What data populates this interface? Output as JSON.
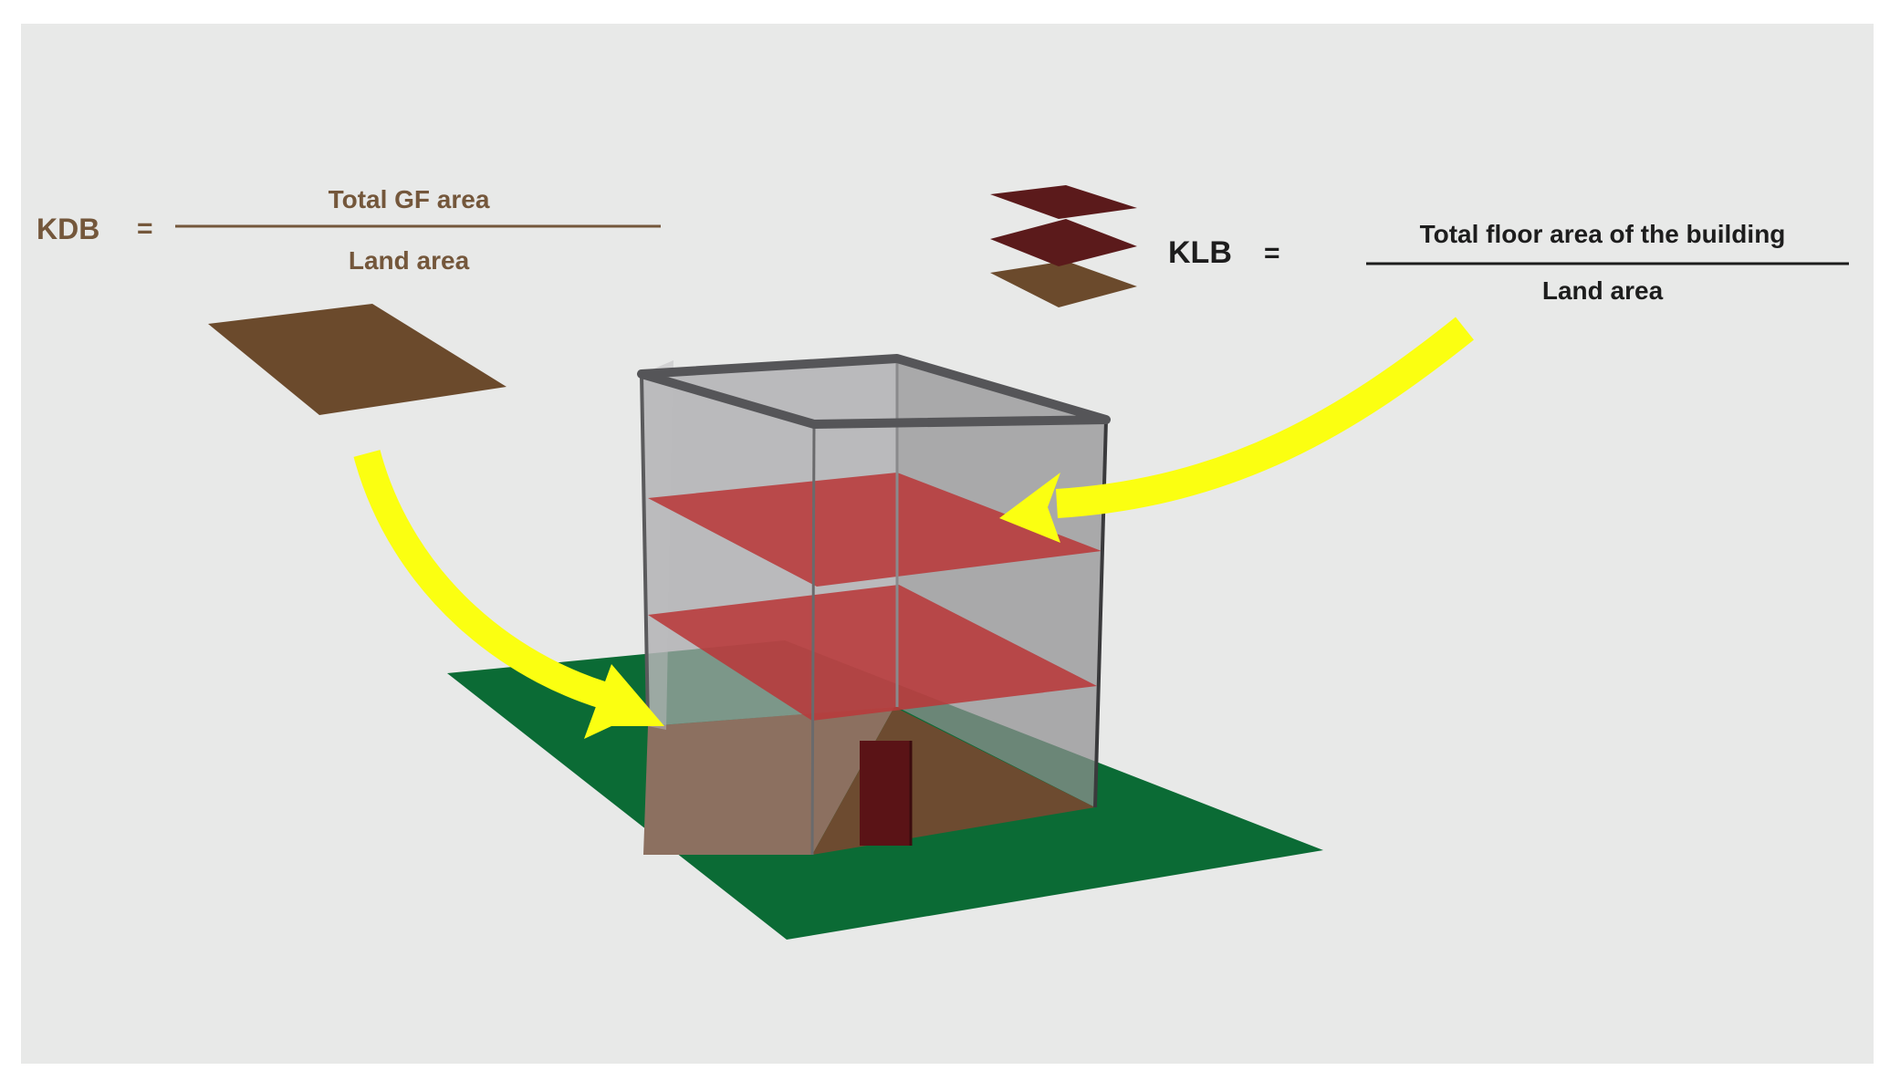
{
  "kdb": {
    "name": "KDB",
    "equals": "=",
    "numerator": "Total GF area",
    "denominator": "Land area"
  },
  "klb": {
    "name": "KLB",
    "equals": "=",
    "numerator": "Total floor area of the building",
    "denominator": "Land area"
  },
  "colors": {
    "background": "#e8e9e8",
    "kdb_text": "#74573b",
    "klb_text": "#1d1d1d",
    "land_plot": "#6b4a2c",
    "ground": "#0b6b35",
    "floor_slab": "#b8393a",
    "glass": "#9c9c9e",
    "roof_frame": "#555558",
    "door": "#5a1316",
    "arrow": "#fbff11",
    "dark_layer": "#5b1a1b"
  }
}
